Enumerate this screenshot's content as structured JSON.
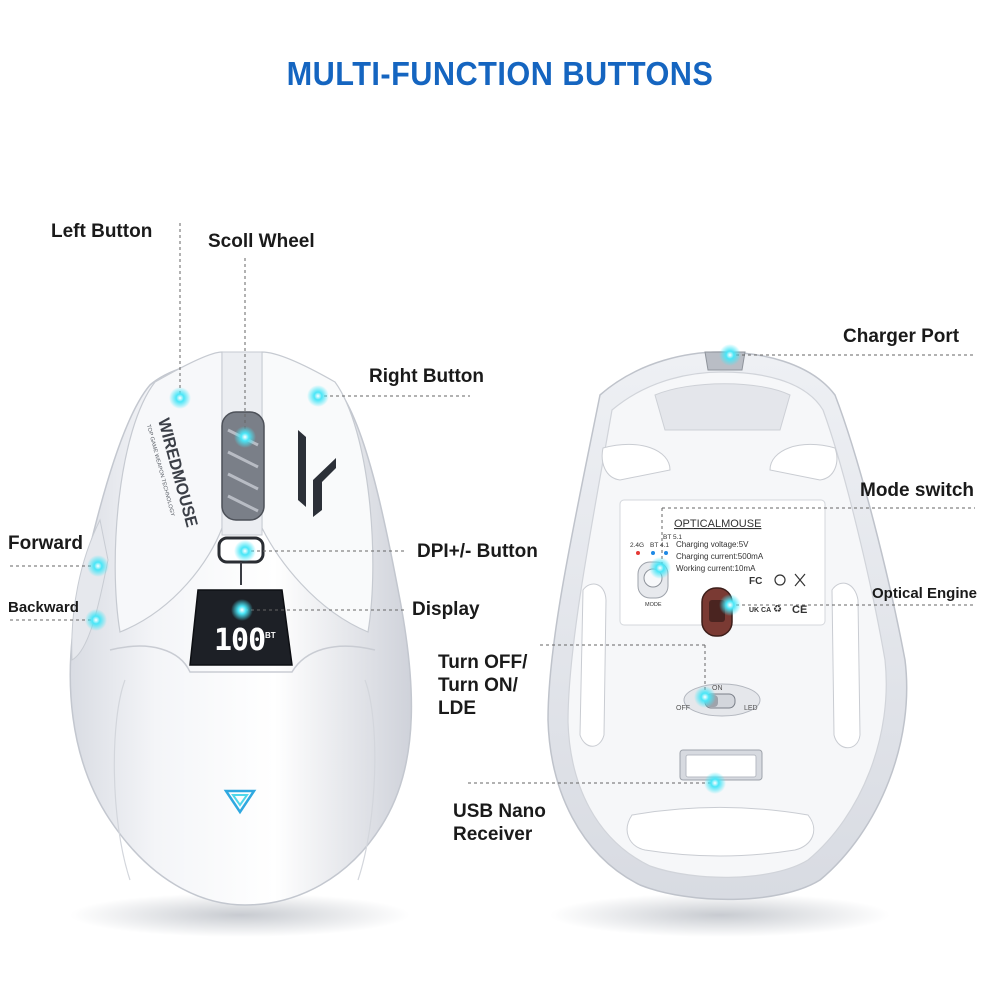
{
  "title": "MULTI-FUNCTION BUTTONS",
  "accent_color": "#1565c0",
  "marker_color": "#2ee0f5",
  "labels": {
    "left_button": "Left Button",
    "scroll_wheel": "Scoll Wheel",
    "right_button": "Right Button",
    "forward": "Forward",
    "backward": "Backward",
    "dpi_button": "DPI+/- Button",
    "display": "Display",
    "charger_port": "Charger Port",
    "mode_switch": "Mode switch",
    "optical_engine": "Optical Engine",
    "power_line1": "Turn OFF/",
    "power_line2": "Turn ON/",
    "power_line3": "LDE",
    "usb_line1": "USB Nano",
    "usb_line2": "Receiver"
  },
  "mouse_front": {
    "brand": "WIREDMOUSE",
    "tagline": "TOP GAME WEAPON TECHNOLOGY",
    "display_value": "100",
    "display_mode": "BT"
  },
  "mouse_bottom": {
    "sticker_title": "OPTICALMOUSE",
    "specs": [
      "Charging voltage:5V",
      "Charging current:500mA",
      "Working current:10mA"
    ],
    "modes": [
      "2.4G",
      "BT 4.1",
      "BT 5.1"
    ],
    "mode_label": "MODE",
    "switch_on": "ON",
    "switch_off": "OFF",
    "switch_led": "LED",
    "certifications": [
      "FC",
      "UK CA",
      "CE"
    ]
  }
}
